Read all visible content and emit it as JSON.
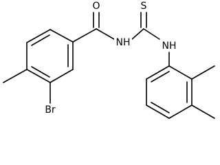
{
  "molecule": {
    "atoms": {
      "oxygen": "O",
      "sulfur": "S",
      "amide_nh": "NH",
      "aryl_nh": "NH",
      "bromine": "Br"
    }
  },
  "colors": {
    "bond": "#000000",
    "background": "#ffffff"
  }
}
